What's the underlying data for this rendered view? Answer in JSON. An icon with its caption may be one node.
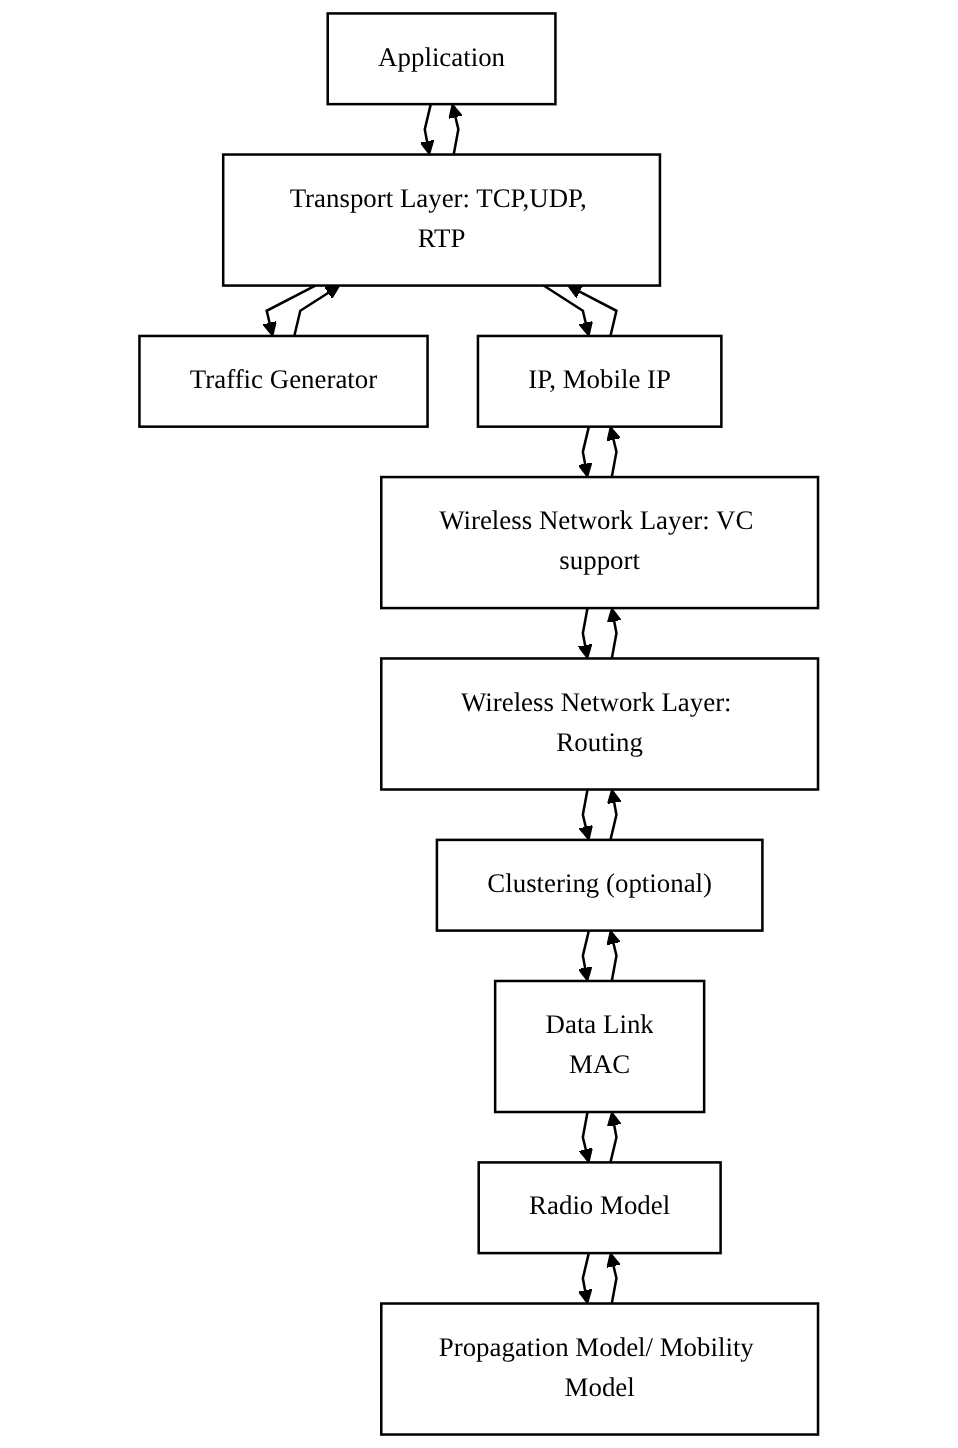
{
  "diagram": {
    "nodes": [
      {
        "text": [
          "Application"
        ]
      },
      {
        "text": [
          "Traffic Generator"
        ]
      },
      {
        "text": [
          "Transport Layer: TCP,UDP, RTP"
        ]
      },
      {
        "text": [
          "IP, Mobile IP"
        ]
      },
      {
        "text": [
          "Wireless Network Layer: VC support"
        ]
      },
      {
        "text": [
          "Wireless Network Layer: Routing"
        ]
      },
      {
        "text": [
          "Clustering (optional)"
        ]
      },
      {
        "text": [
          "Data Link",
          "MAC"
        ]
      },
      {
        "text": [
          "Radio Model"
        ]
      },
      {
        "text": [
          "Propagation Model/ Mobility Model"
        ]
      }
    ],
    "edges": [
      {
        "from": 0,
        "to": 2,
        "arrow": "to"
      },
      {
        "from": 2,
        "to": 0,
        "arrow": "to"
      },
      {
        "from": 1,
        "to": 2,
        "arrow": "to"
      },
      {
        "from": 2,
        "to": 1,
        "arrow": "to"
      },
      {
        "from": 2,
        "to": 3,
        "arrow": "to"
      },
      {
        "from": 3,
        "to": 2,
        "arrow": "to"
      },
      {
        "from": 3,
        "to": 4,
        "arrow": "to"
      },
      {
        "from": 4,
        "to": 3,
        "arrow": "to"
      },
      {
        "from": 4,
        "to": 5,
        "arrow": "to"
      },
      {
        "from": 5,
        "to": 4,
        "arrow": "to"
      },
      {
        "from": 5,
        "to": 6,
        "arrow": "to"
      },
      {
        "from": 6,
        "to": 5,
        "arrow": "to"
      },
      {
        "from": 6,
        "to": 7,
        "arrow": "to"
      },
      {
        "from": 7,
        "to": 6,
        "arrow": "to"
      },
      {
        "from": 7,
        "to": 8,
        "arrow": "to"
      },
      {
        "from": 8,
        "to": 7,
        "arrow": "to"
      },
      {
        "from": 8,
        "to": 9,
        "arrow": "to"
      },
      {
        "from": 9,
        "to": 8,
        "arrow": "to"
      }
    ]
  }
}
